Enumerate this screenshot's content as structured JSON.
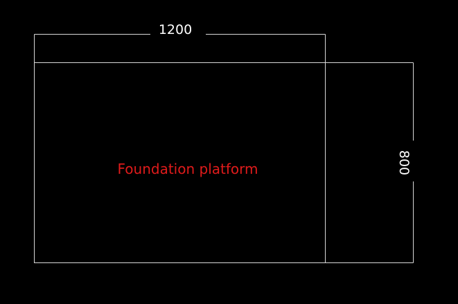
{
  "drawing": {
    "background_color": "#000000",
    "line_color": "#d9d9d9",
    "platform": {
      "label": "Foundation platform",
      "label_color": "#e01b1b"
    },
    "dimensions": {
      "width_value": "1200",
      "height_value": "800"
    }
  }
}
